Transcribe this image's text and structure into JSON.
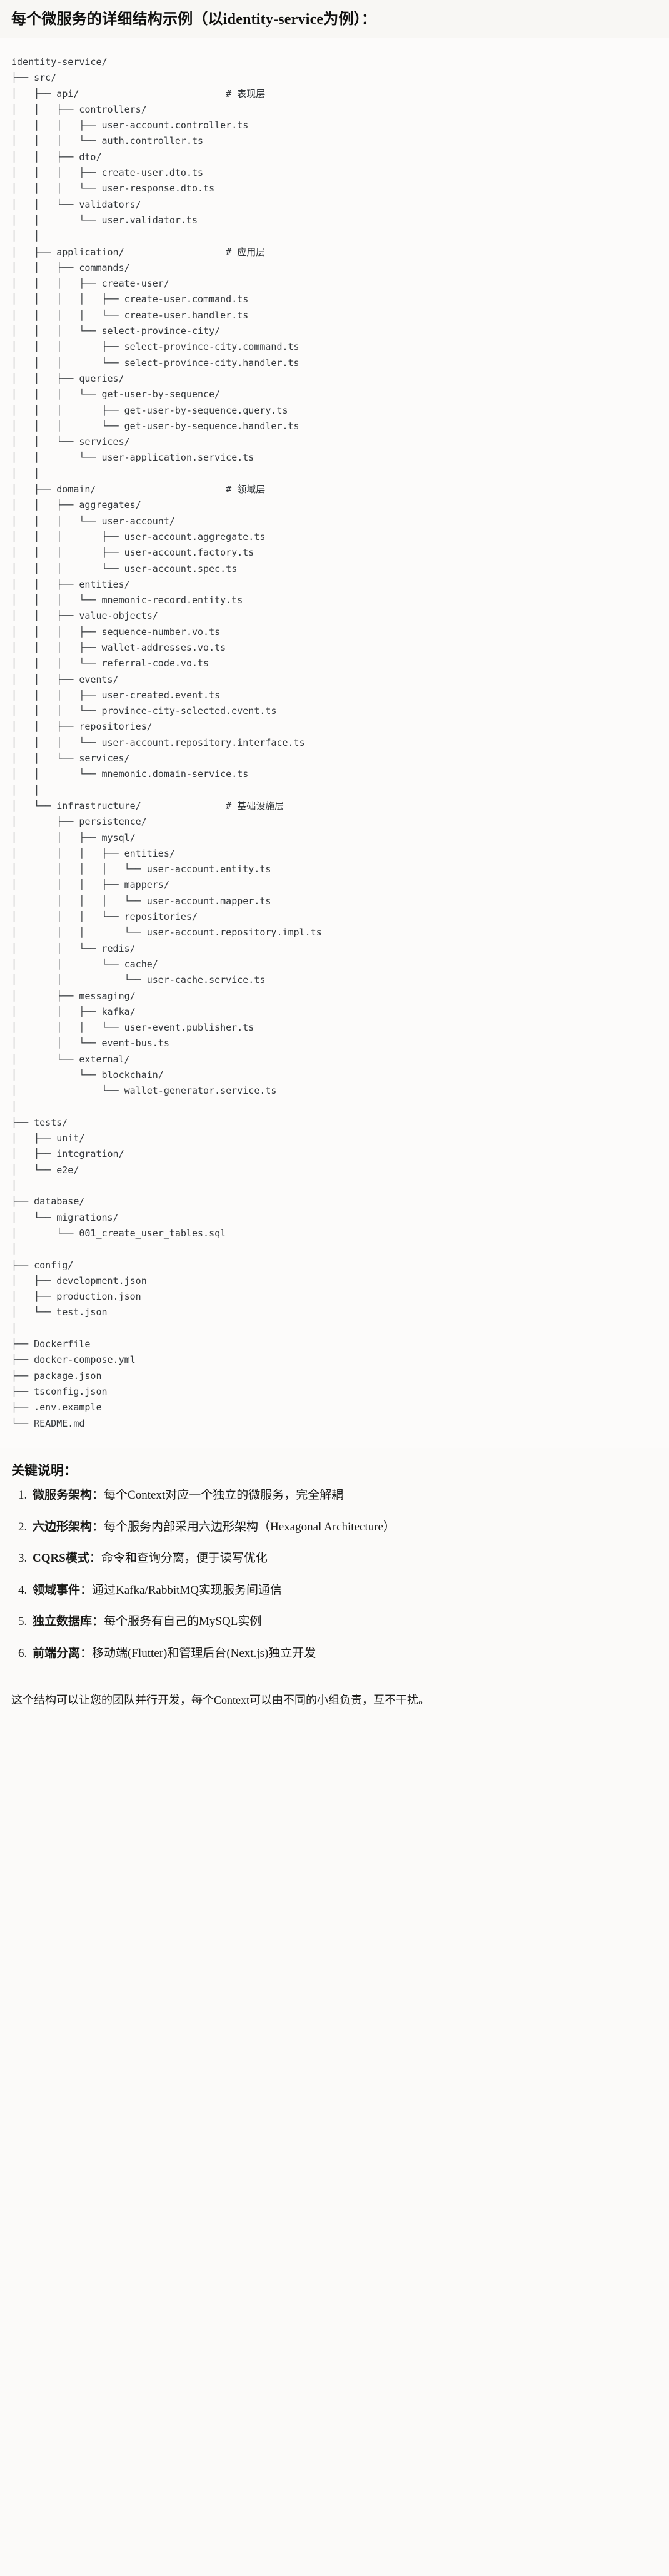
{
  "header": {
    "title": "每个微服务的详细结构示例（以identity-service为例）："
  },
  "code_block": {
    "language": "text",
    "tree_text": "identity-service/\n├── src/\n│   ├── api/                          # 表现层\n│   │   ├── controllers/\n│   │   │   ├── user-account.controller.ts\n│   │   │   └── auth.controller.ts\n│   │   ├── dto/\n│   │   │   ├── create-user.dto.ts\n│   │   │   └── user-response.dto.ts\n│   │   └── validators/\n│   │       └── user.validator.ts\n│   │\n│   ├── application/                  # 应用层\n│   │   ├── commands/\n│   │   │   ├── create-user/\n│   │   │   │   ├── create-user.command.ts\n│   │   │   │   └── create-user.handler.ts\n│   │   │   └── select-province-city/\n│   │   │       ├── select-province-city.command.ts\n│   │   │       └── select-province-city.handler.ts\n│   │   ├── queries/\n│   │   │   └── get-user-by-sequence/\n│   │   │       ├── get-user-by-sequence.query.ts\n│   │   │       └── get-user-by-sequence.handler.ts\n│   │   └── services/\n│   │       └── user-application.service.ts\n│   │\n│   ├── domain/                       # 领域层\n│   │   ├── aggregates/\n│   │   │   └── user-account/\n│   │   │       ├── user-account.aggregate.ts\n│   │   │       ├── user-account.factory.ts\n│   │   │       └── user-account.spec.ts\n│   │   ├── entities/\n│   │   │   └── mnemonic-record.entity.ts\n│   │   ├── value-objects/\n│   │   │   ├── sequence-number.vo.ts\n│   │   │   ├── wallet-addresses.vo.ts\n│   │   │   └── referral-code.vo.ts\n│   │   ├── events/\n│   │   │   ├── user-created.event.ts\n│   │   │   └── province-city-selected.event.ts\n│   │   ├── repositories/\n│   │   │   └── user-account.repository.interface.ts\n│   │   └── services/\n│   │       └── mnemonic.domain-service.ts\n│   │\n│   └── infrastructure/               # 基础设施层\n│       ├── persistence/\n│       │   ├── mysql/\n│       │   │   ├── entities/\n│       │   │   │   └── user-account.entity.ts\n│       │   │   ├── mappers/\n│       │   │   │   └── user-account.mapper.ts\n│       │   │   └── repositories/\n│       │   │       └── user-account.repository.impl.ts\n│       │   └── redis/\n│       │       └── cache/\n│       │           └── user-cache.service.ts\n│       ├── messaging/\n│       │   ├── kafka/\n│       │   │   └── user-event.publisher.ts\n│       │   └── event-bus.ts\n│       └── external/\n│           └── blockchain/\n│               └── wallet-generator.service.ts\n│\n├── tests/\n│   ├── unit/\n│   ├── integration/\n│   └── e2e/\n│\n├── database/\n│   └── migrations/\n│       └── 001_create_user_tables.sql\n│\n├── config/\n│   ├── development.json\n│   ├── production.json\n│   └── test.json\n│\n├── Dockerfile\n├── docker-compose.yml\n├── package.json\n├── tsconfig.json\n├── .env.example\n└── README.md"
  },
  "notes": {
    "title": "关键说明：",
    "items": [
      {
        "term": "微服务架构",
        "sep": "：",
        "desc": "每个Context对应一个独立的微服务，完全解耦"
      },
      {
        "term": "六边形架构",
        "sep": "：",
        "desc": "每个服务内部采用六边形架构（Hexagonal Architecture）"
      },
      {
        "term": "CQRS模式",
        "sep": "：",
        "desc": "命令和查询分离，便于读写优化"
      },
      {
        "term": "领域事件",
        "sep": "：",
        "desc": "通过Kafka/RabbitMQ实现服务间通信"
      },
      {
        "term": "独立数据库",
        "sep": "：",
        "desc": "每个服务有自己的MySQL实例"
      },
      {
        "term": "前端分离",
        "sep": "：",
        "desc": "移动端(Flutter)和管理后台(Next.js)独立开发"
      }
    ],
    "closing": "这个结构可以让您的团队并行开发，每个Context可以由不同的小组负责，互不干扰。"
  }
}
